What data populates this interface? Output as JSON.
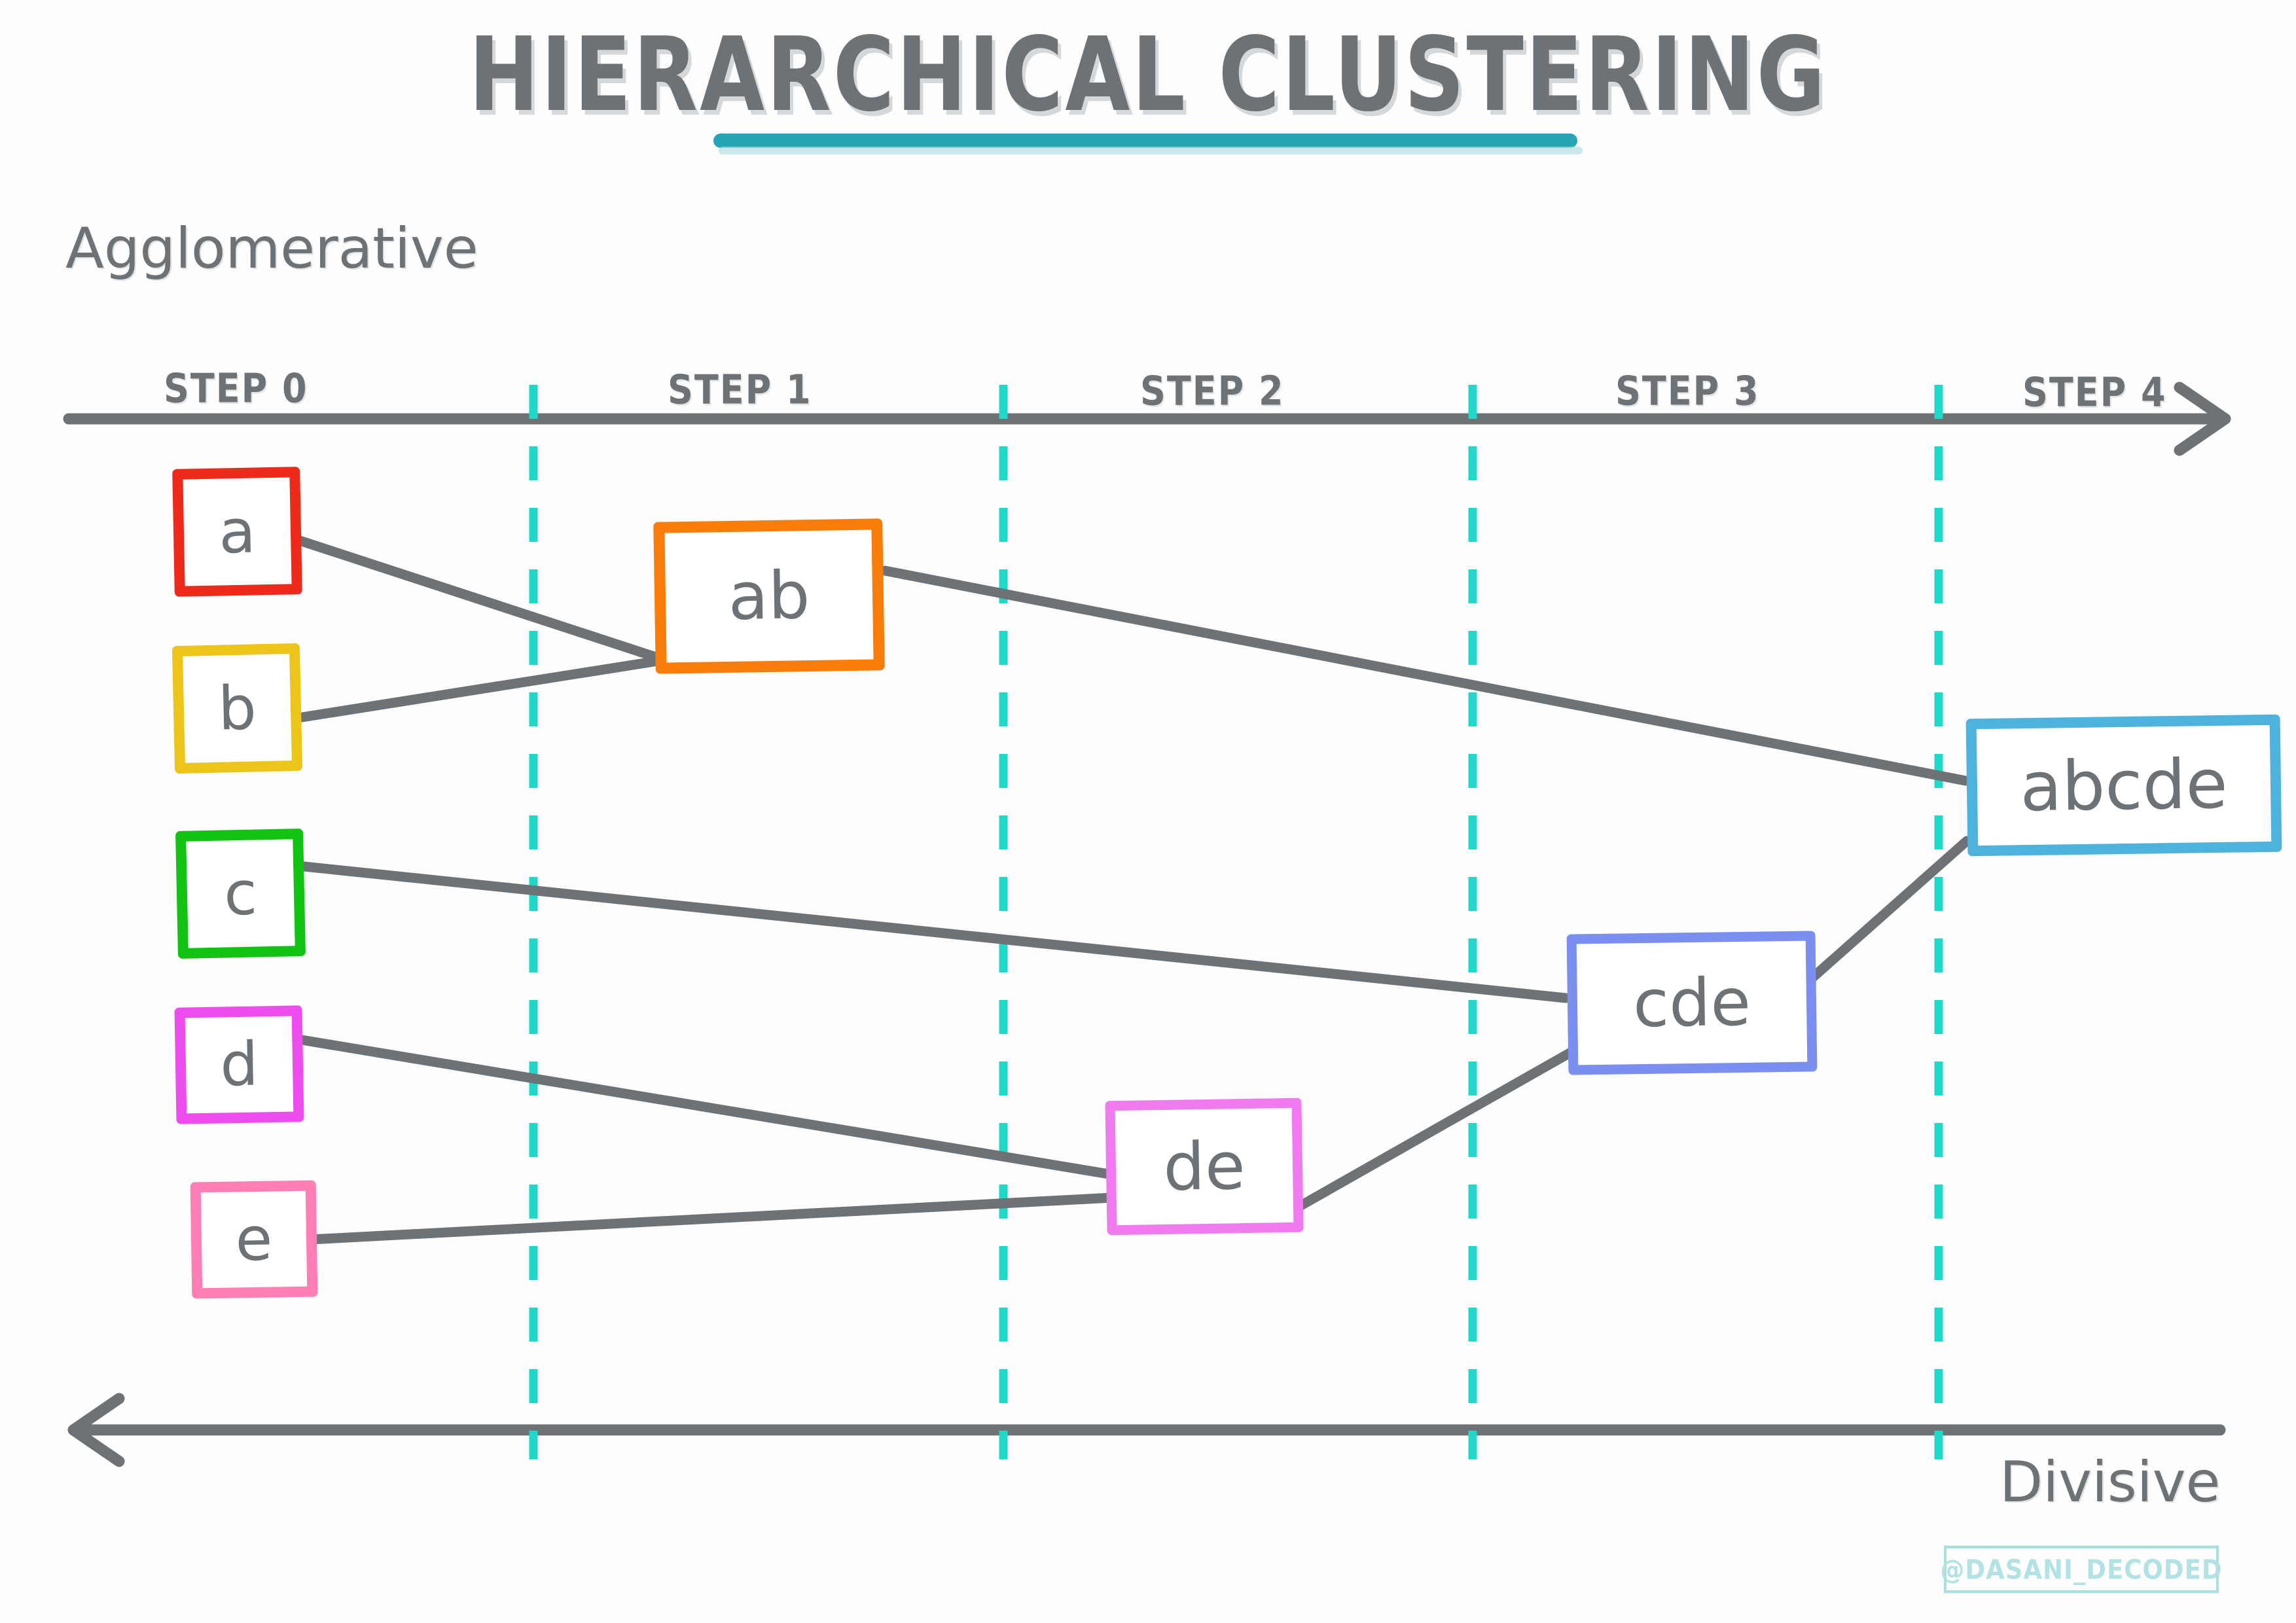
{
  "title": "HIERARCHICAL CLUSTERING",
  "colors": {
    "ink": "#6d7276",
    "title_underline": "#25A5B5",
    "step_divider": "#1FD8C8",
    "connector": "#6d7276",
    "background": "#fdfdfd",
    "watermark": "#b2e2e3"
  },
  "labels": {
    "agglomerative": "Agglomerative",
    "divisive": "Divisive"
  },
  "steps": [
    {
      "label": "STEP 0"
    },
    {
      "label": "STEP 1"
    },
    {
      "label": "STEP 2"
    },
    {
      "label": "STEP 3"
    },
    {
      "label": "STEP 4"
    }
  ],
  "nodes": {
    "a": {
      "label": "a",
      "color": "#ee2a1a"
    },
    "b": {
      "label": "b",
      "color": "#edc51a"
    },
    "c": {
      "label": "c",
      "color": "#12c312"
    },
    "d": {
      "label": "d",
      "color": "#ee4dee"
    },
    "e": {
      "label": "e",
      "color": "#ff7fb5"
    },
    "ab": {
      "label": "ab",
      "color": "#f97d0b"
    },
    "de": {
      "label": "de",
      "color": "#f07af0"
    },
    "cde": {
      "label": "cde",
      "color": "#7b8ff0"
    },
    "abcde": {
      "label": "abcde",
      "color": "#4db2dc"
    }
  },
  "merges": [
    {
      "step": 1,
      "result": "ab",
      "members": [
        "a",
        "b"
      ]
    },
    {
      "step": 2,
      "result": "de",
      "members": [
        "d",
        "e"
      ]
    },
    {
      "step": 3,
      "result": "cde",
      "members": [
        "c",
        "de"
      ]
    },
    {
      "step": 4,
      "result": "abcde",
      "members": [
        "ab",
        "cde"
      ]
    }
  ],
  "watermark": "@DASANI_DECODED",
  "chart_data": {
    "type": "diagram",
    "title": "HIERARCHICAL CLUSTERING",
    "xlabel": "",
    "ylabel": "",
    "categories": [
      "STEP 0",
      "STEP 1",
      "STEP 2",
      "STEP 3",
      "STEP 4"
    ],
    "series": [
      {
        "name": "Agglomerative",
        "direction": "left-to-right"
      },
      {
        "name": "Divisive",
        "direction": "right-to-left"
      }
    ],
    "leaves": [
      "a",
      "b",
      "c",
      "d",
      "e"
    ],
    "linkage": [
      {
        "step": 1,
        "merge": [
          "a",
          "b"
        ],
        "into": "ab"
      },
      {
        "step": 2,
        "merge": [
          "d",
          "e"
        ],
        "into": "de"
      },
      {
        "step": 3,
        "merge": [
          "c",
          "de"
        ],
        "into": "cde"
      },
      {
        "step": 4,
        "merge": [
          "ab",
          "cde"
        ],
        "into": "abcde"
      }
    ]
  }
}
